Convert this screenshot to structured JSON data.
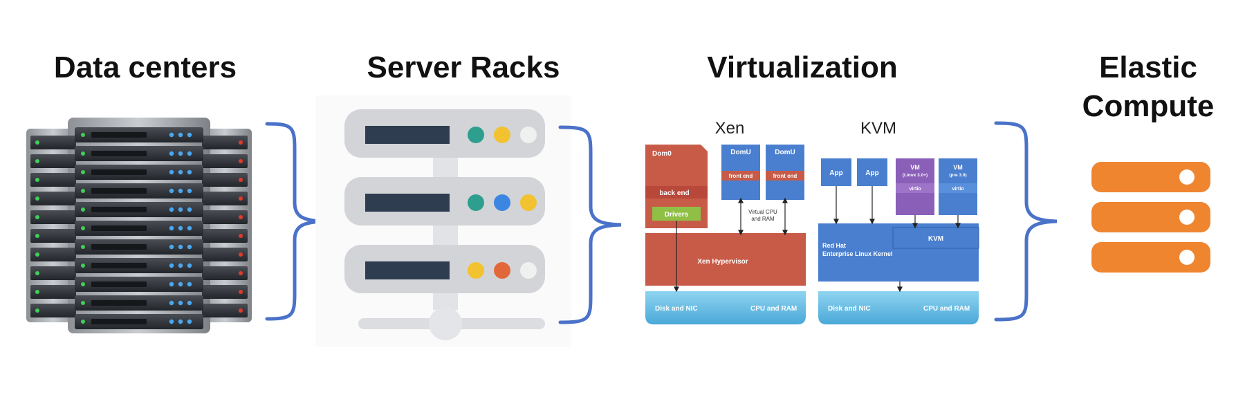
{
  "stages": [
    {
      "key": "data_centers",
      "title": "Data centers"
    },
    {
      "key": "server_racks",
      "title": "Server Racks"
    },
    {
      "key": "virtualization",
      "title": "Virtualization"
    },
    {
      "key": "elastic_compute",
      "title_line1": "Elastic",
      "title_line2": "Compute"
    }
  ],
  "xen": {
    "heading": "Xen",
    "dom0": "Dom0",
    "back_end": "back end",
    "drivers": "Drivers",
    "domu_1": "DomU",
    "domu_2": "DomU",
    "front_end_1": "front end",
    "front_end_2": "front end",
    "virtual_cpu_line1": "Virtual CPU",
    "virtual_cpu_line2": "and RAM",
    "hypervisor": "Xen Hypervisor",
    "disk_nic": "Disk and NIC",
    "cpu_ram": "CPU and RAM"
  },
  "kvm": {
    "heading": "KVM",
    "app_1": "App",
    "app_2": "App",
    "vm_1": "VM",
    "vm_1_sub": "(Linux 3.0+)",
    "virtio_1": "virtio",
    "vm_2": "VM",
    "vm_2_sub": "(pre 3.0)",
    "virtio_2": "virtio",
    "kvm_module": "KVM",
    "kernel_line1": "Red Hat",
    "kernel_line2": "Enterprise Linux Kernel",
    "disk_nic": "Disk and NIC",
    "cpu_ram": "CPU and RAM"
  },
  "colors": {
    "brace": "#4a72c8",
    "xen_red": "#c85b48",
    "kvm_blue": "#4a7fcf",
    "vm_purple": "#8a5fb8",
    "hardware_cyan": "#58b8e0",
    "drivers_green": "#8fbf45",
    "elastic_orange": "#f08530",
    "rack_grey": "#d2d4d8",
    "rack_dark": "#2e3d50",
    "dot_teal": "#2e9e8e",
    "dot_yellow": "#f2c230",
    "dot_blue": "#3b86e0",
    "dot_orange": "#e2683a",
    "dot_white": "#f0f0f0"
  }
}
